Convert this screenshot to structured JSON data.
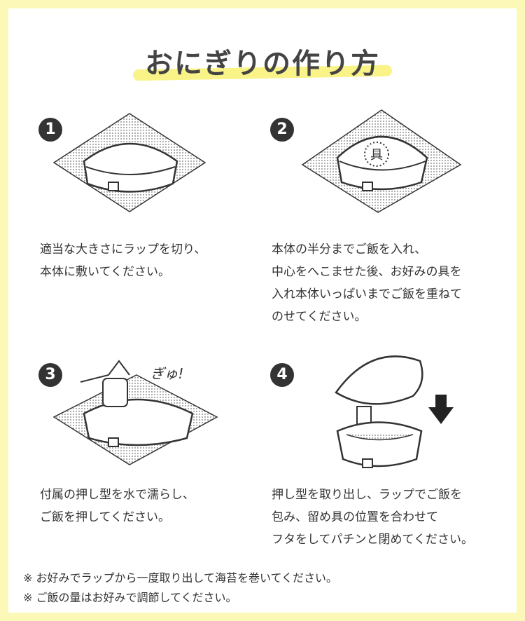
{
  "title": "おにぎりの作り方",
  "steps": [
    {
      "number": "1",
      "text": "適当な大きさにラップを切り、\n本体に敷いてください。"
    },
    {
      "number": "2",
      "text": "本体の半分までご飯を入れ、\n中心をへこませた後、お好みの具を\n入れ本体いっぱいまでご飯を重ねて\nのせてください。",
      "label": "具"
    },
    {
      "number": "3",
      "text": "付属の押し型を水で濡らし、\nご飯を押してください。",
      "label": "ぎゅ!"
    },
    {
      "number": "4",
      "text": "押し型を取り出し、ラップでご飯を\n包み、留め具の位置を合わせて\nフタをしてパチンと閉めてください。"
    }
  ],
  "notes": [
    "※ お好みでラップから一度取り出して海苔を巻いてください。",
    "※ ご飯の量はお好みで調節してください。"
  ],
  "colors": {
    "border": "#fcf9b8",
    "highlight": "#f8f06a",
    "text": "#333333"
  }
}
